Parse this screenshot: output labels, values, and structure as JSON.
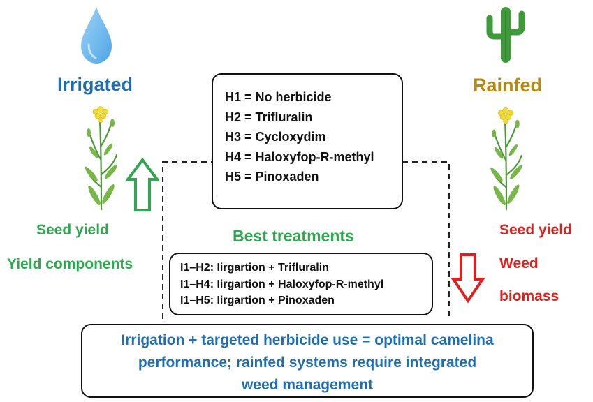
{
  "irrigated": {
    "title": "Irrigated",
    "effects": [
      "Seed yield",
      "Yield components"
    ],
    "effect_direction": "up"
  },
  "rainfed": {
    "title": "Rainfed",
    "effects": [
      "Seed yield",
      "Weed",
      "biomass"
    ],
    "effect_direction": "down"
  },
  "herbicides": [
    "H1 = No herbicide",
    "H2 = Trifluralin",
    "H3 = Cycloxydim",
    "H4 = Haloxyfop-R-methyl",
    "H5 = Pinoxaden"
  ],
  "best_treatments": {
    "title": "Best treatments",
    "items": [
      "I1–H2: Iirgartion + Trifluralin",
      "I1–H4: Iirgartion + Haloxyfop-R-methyl",
      "I1–H5: Iirgartion + Pinoxaden"
    ]
  },
  "conclusion": {
    "lines": [
      "Irrigation + targeted herbicide use = optimal camelina",
      "performance; rainfed systems require integrated",
      "weed management"
    ]
  },
  "icons": {
    "irrigated": [
      "water-drop-icon",
      "camelina-plant-icon",
      "arrow-up-icon"
    ],
    "rainfed": [
      "cactus-icon",
      "camelina-plant-icon",
      "arrow-down-icon"
    ]
  },
  "colors": {
    "irrigated_title": "#1f6fb0",
    "rainfed_title": "#b58a10",
    "positive": "#2ea84f",
    "negative": "#d8231f",
    "conclusion": "#1f6fb0",
    "water": "#6fb9ee",
    "cactus": "#3f9a3a"
  }
}
